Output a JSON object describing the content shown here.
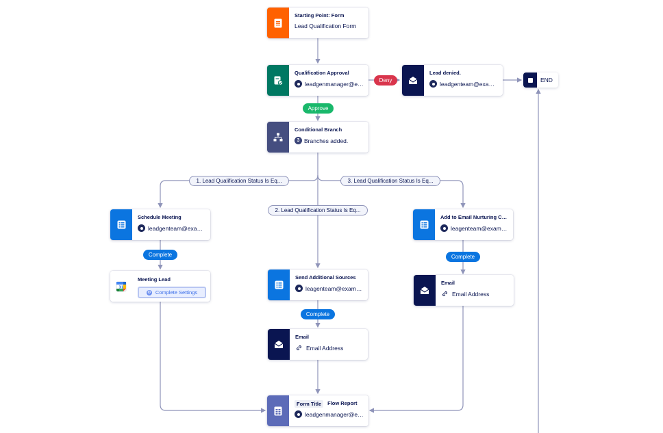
{
  "nodes": {
    "start": {
      "title": "Starting Point: Form",
      "subtitle": "Lead Qualification Form",
      "icon": "form-document-icon",
      "color": "#ff6100"
    },
    "approval": {
      "title": "Qualification Approval",
      "subtitle": "leadgenmanager@exa...",
      "icon": "approval-check-icon",
      "color": "#007862"
    },
    "denied": {
      "title": "Lead denied.",
      "subtitle": "leadgenteam@exampl...",
      "icon": "email-envelope-icon",
      "color": "#0a1551"
    },
    "branch": {
      "title": "Conditional Branch",
      "badge": "3",
      "subtitle": "Branches added.",
      "icon": "branch-tree-icon",
      "color": "#454e80"
    },
    "schedule": {
      "title": "Schedule Meeting",
      "subtitle": "leadgenteam@exampl...",
      "icon": "task-list-icon",
      "color": "#0b75e0"
    },
    "meeting": {
      "title": "Meeting Lead",
      "button": "Complete Settings",
      "icon": "google-calendar-icon",
      "color": "#ffffff"
    },
    "sources": {
      "title": "Send Additional Sources",
      "subtitle": "leagenteam@example...",
      "icon": "task-list-icon",
      "color": "#0b75e0"
    },
    "email_mid": {
      "title": "Email",
      "subtitle": "Email Address",
      "icon": "email-envelope-icon",
      "color": "#0a1551"
    },
    "nurture": {
      "title": "Add to Email Nurturing Cam...",
      "subtitle": "leagenteam@example...",
      "icon": "task-list-icon",
      "color": "#0b75e0"
    },
    "email_right": {
      "title": "Email",
      "subtitle": "Email Address",
      "icon": "email-envelope-icon",
      "color": "#0a1551"
    },
    "report": {
      "tag1": "Form Title",
      "tag2": "Flow Report",
      "subtitle": "leadgenmanager@exa...",
      "icon": "report-document-icon",
      "color": "#5c6bb8"
    }
  },
  "end": {
    "label": "END"
  },
  "pills": {
    "deny": "Deny",
    "approve": "Approve",
    "complete_left": "Complete",
    "complete_mid": "Complete",
    "complete_right": "Complete"
  },
  "conditions": {
    "c1": "1. Lead Qualification Status Is Eq...",
    "c2": "2. Lead Qualification Status Is Eq...",
    "c3": "3. Lead Qualification Status Is Eq..."
  },
  "colors": {
    "connector": "#8f94b9",
    "text": "#0a1551"
  }
}
